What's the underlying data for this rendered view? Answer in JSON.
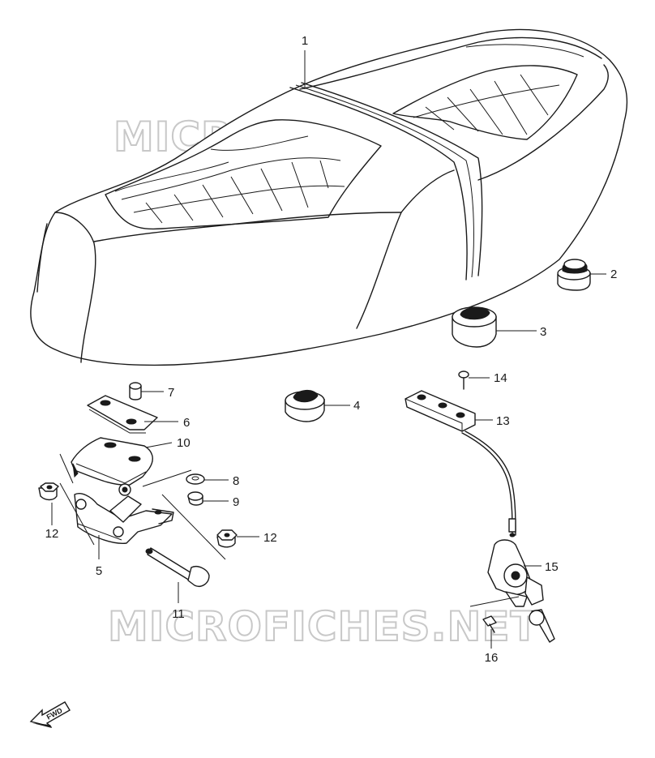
{
  "watermark": "MICROFICHES.NET",
  "fwd_label": "FWD",
  "callouts": {
    "c1": "1",
    "c2": "2",
    "c3": "3",
    "c4": "4",
    "c5": "5",
    "c6": "6",
    "c7": "7",
    "c8": "8",
    "c9": "9",
    "c10": "10",
    "c11": "11",
    "c12a": "12",
    "c12b": "12",
    "c13": "13",
    "c14": "14",
    "c15": "15",
    "c16": "16"
  }
}
